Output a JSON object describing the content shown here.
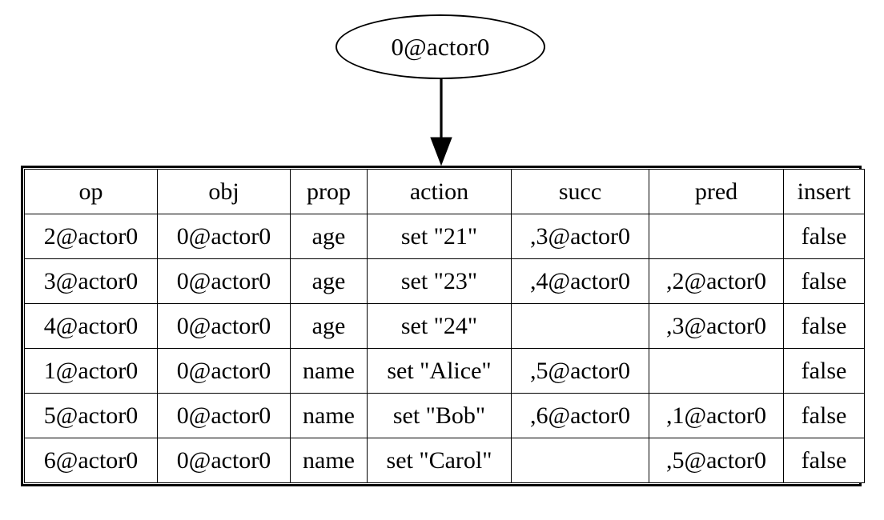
{
  "diagram": {
    "type": "graphviz-record-diagram",
    "background_color": "#ffffff",
    "stroke_color": "#000000",
    "node": {
      "shape": "ellipse",
      "label": "0@actor0"
    },
    "edge": {
      "from": "0@actor0",
      "to": "op-table",
      "arrowhead": "filled-triangle",
      "direction": "down"
    }
  },
  "table": {
    "headers": [
      "op",
      "obj",
      "prop",
      "action",
      "succ",
      "pred",
      "insert"
    ],
    "rows": [
      {
        "op": "2@actor0",
        "obj": "0@actor0",
        "prop": "age",
        "action": "set \"21\"",
        "succ": ",3@actor0",
        "pred": "",
        "insert": "false"
      },
      {
        "op": "3@actor0",
        "obj": "0@actor0",
        "prop": "age",
        "action": "set \"23\"",
        "succ": ",4@actor0",
        "pred": ",2@actor0",
        "insert": "false"
      },
      {
        "op": "4@actor0",
        "obj": "0@actor0",
        "prop": "age",
        "action": "set \"24\"",
        "succ": "",
        "pred": ",3@actor0",
        "insert": "false"
      },
      {
        "op": "1@actor0",
        "obj": "0@actor0",
        "prop": "name",
        "action": "set \"Alice\"",
        "succ": ",5@actor0",
        "pred": "",
        "insert": "false"
      },
      {
        "op": "5@actor0",
        "obj": "0@actor0",
        "prop": "name",
        "action": "set \"Bob\"",
        "succ": ",6@actor0",
        "pred": ",1@actor0",
        "insert": "false"
      },
      {
        "op": "6@actor0",
        "obj": "0@actor0",
        "prop": "name",
        "action": "set \"Carol\"",
        "succ": "",
        "pred": ",5@actor0",
        "insert": "false"
      }
    ]
  }
}
